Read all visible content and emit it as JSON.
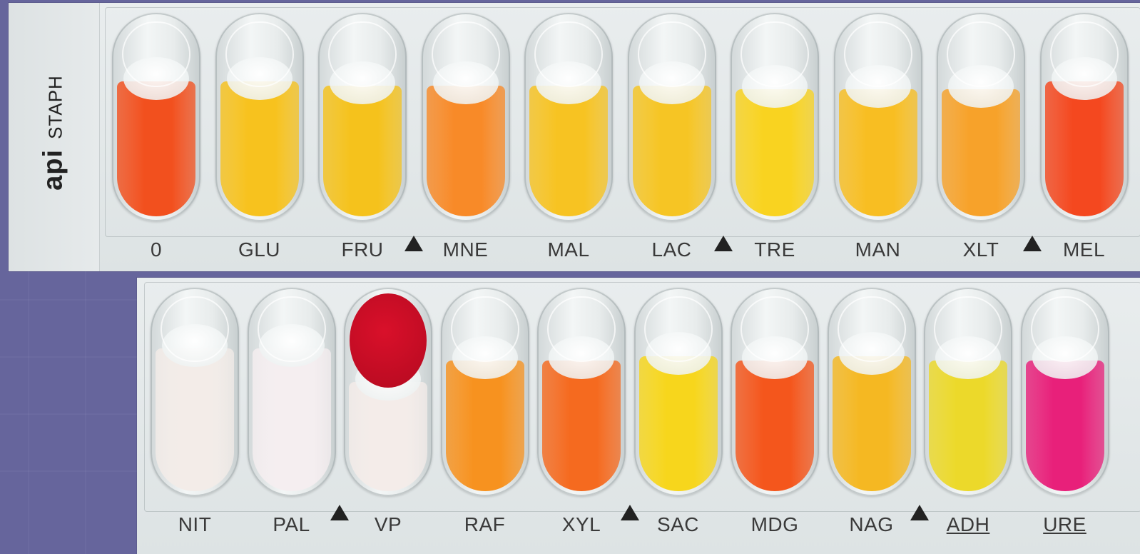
{
  "brand": {
    "logo": "api",
    "name": "STAPH"
  },
  "top_strip": {
    "cupules": [
      {
        "label": "0",
        "color": "#f2501e",
        "fill": 0.68
      },
      {
        "label": "GLU",
        "color": "#f7c21e",
        "fill": 0.68
      },
      {
        "label": "FRU",
        "color": "#f5c21c",
        "fill": 0.66
      },
      {
        "label": "MNE",
        "color": "#f88a28",
        "fill": 0.66
      },
      {
        "label": "MAL",
        "color": "#f7c322",
        "fill": 0.66
      },
      {
        "label": "LAC",
        "color": "#f6c524",
        "fill": 0.66
      },
      {
        "label": "TRE",
        "color": "#f9d320",
        "fill": 0.64
      },
      {
        "label": "MAN",
        "color": "#f8be22",
        "fill": 0.64
      },
      {
        "label": "XLT",
        "color": "#f7a22a",
        "fill": 0.64
      },
      {
        "label": "MEL",
        "color": "#f4481f",
        "fill": 0.68
      }
    ]
  },
  "bottom_strip": {
    "cupules": [
      {
        "label": "NIT",
        "color": "#f3ece8",
        "fill": 0.72
      },
      {
        "label": "PAL",
        "color": "#f5eef0",
        "fill": 0.72
      },
      {
        "label": "VP",
        "color": "#f4ece9",
        "fill": 0.55,
        "disc": "#d9102a"
      },
      {
        "label": "RAF",
        "color": "#f7921f",
        "fill": 0.66
      },
      {
        "label": "XYL",
        "color": "#f56a1f",
        "fill": 0.66
      },
      {
        "label": "SAC",
        "color": "#f7d61c",
        "fill": 0.68
      },
      {
        "label": "MDG",
        "color": "#f4561c",
        "fill": 0.66
      },
      {
        "label": "NAG",
        "color": "#f5b822",
        "fill": 0.68
      },
      {
        "label": "ADH",
        "color": "#ecd92a",
        "fill": 0.66,
        "underline": true
      },
      {
        "label": "URE",
        "color": "#e8207a",
        "fill": 0.66,
        "underline": true
      }
    ]
  }
}
